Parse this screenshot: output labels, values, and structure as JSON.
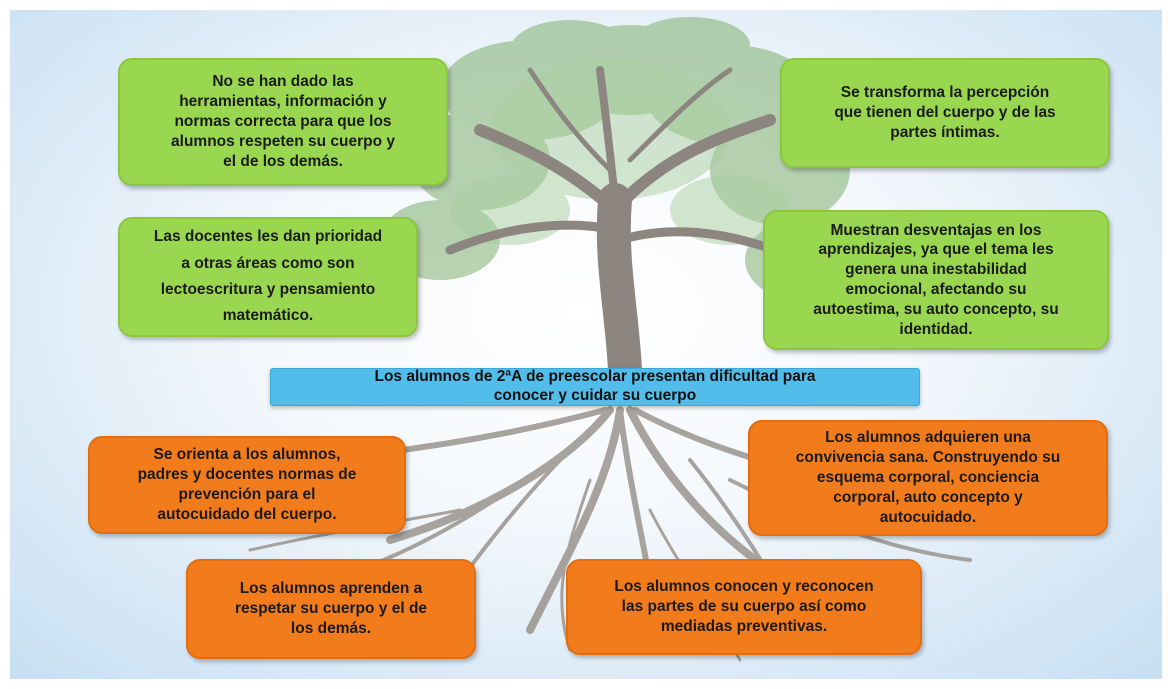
{
  "green_boxes": {
    "top_left": [
      "No se han dado las",
      "herramientas, información y",
      "normas correcta para que los",
      "alumnos respeten su cuerpo y",
      "el de los demás."
    ],
    "top_right": [
      "Se transforma la percepción",
      "que tienen del cuerpo y de las",
      "partes íntimas."
    ],
    "mid_left": [
      "Las docentes les dan prioridad",
      "a otras áreas como son",
      "lectoescritura y pensamiento",
      "matemático."
    ],
    "mid_right": [
      "Muestran desventajas en los",
      "aprendizajes, ya que el tema les",
      "genera una inestabilidad",
      "emocional, afectando su",
      "autoestima, su auto concepto, su",
      "identidad."
    ]
  },
  "center_problem": [
    "Los alumnos de 2ªA de preescolar presentan dificultad para",
    "conocer y cuidar su cuerpo"
  ],
  "orange_boxes": {
    "mid_left": [
      "Se orienta a los alumnos,",
      "padres y docentes normas de",
      "prevención para el",
      "autocuidado del cuerpo."
    ],
    "mid_right": [
      "Los alumnos adquieren una",
      "convivencia sana. Construyendo su",
      "esquema corporal, conciencia",
      "corporal, auto concepto y",
      "autocuidado."
    ],
    "bottom_left": [
      "Los alumnos aprenden a",
      "respetar su cuerpo y el de",
      "los demás."
    ],
    "bottom_right": [
      "Los alumnos conocen y reconocen",
      "las partes de su cuerpo así como",
      "mediadas preventivas."
    ]
  },
  "colors": {
    "green": "#9ad750",
    "orange": "#f27b1c",
    "blue": "#52bdea",
    "trunk": "#8d8680",
    "leaves": "#7fb070"
  }
}
